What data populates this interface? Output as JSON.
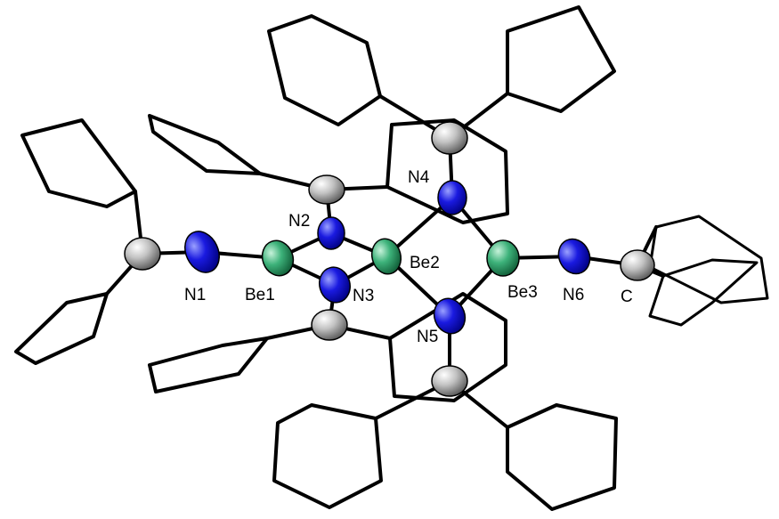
{
  "atom_labels": {
    "n1": "N1",
    "be1": "Be1",
    "n2": "N2",
    "n3": "N3",
    "be2": "Be2",
    "n4": "N4",
    "n5": "N5",
    "be3": "Be3",
    "n6": "N6",
    "c": "C"
  },
  "colors": {
    "nitrogen": "#1212d8",
    "beryllium": "#2fa36a",
    "carbon": "#b4b4b4",
    "bond": "#000000"
  }
}
